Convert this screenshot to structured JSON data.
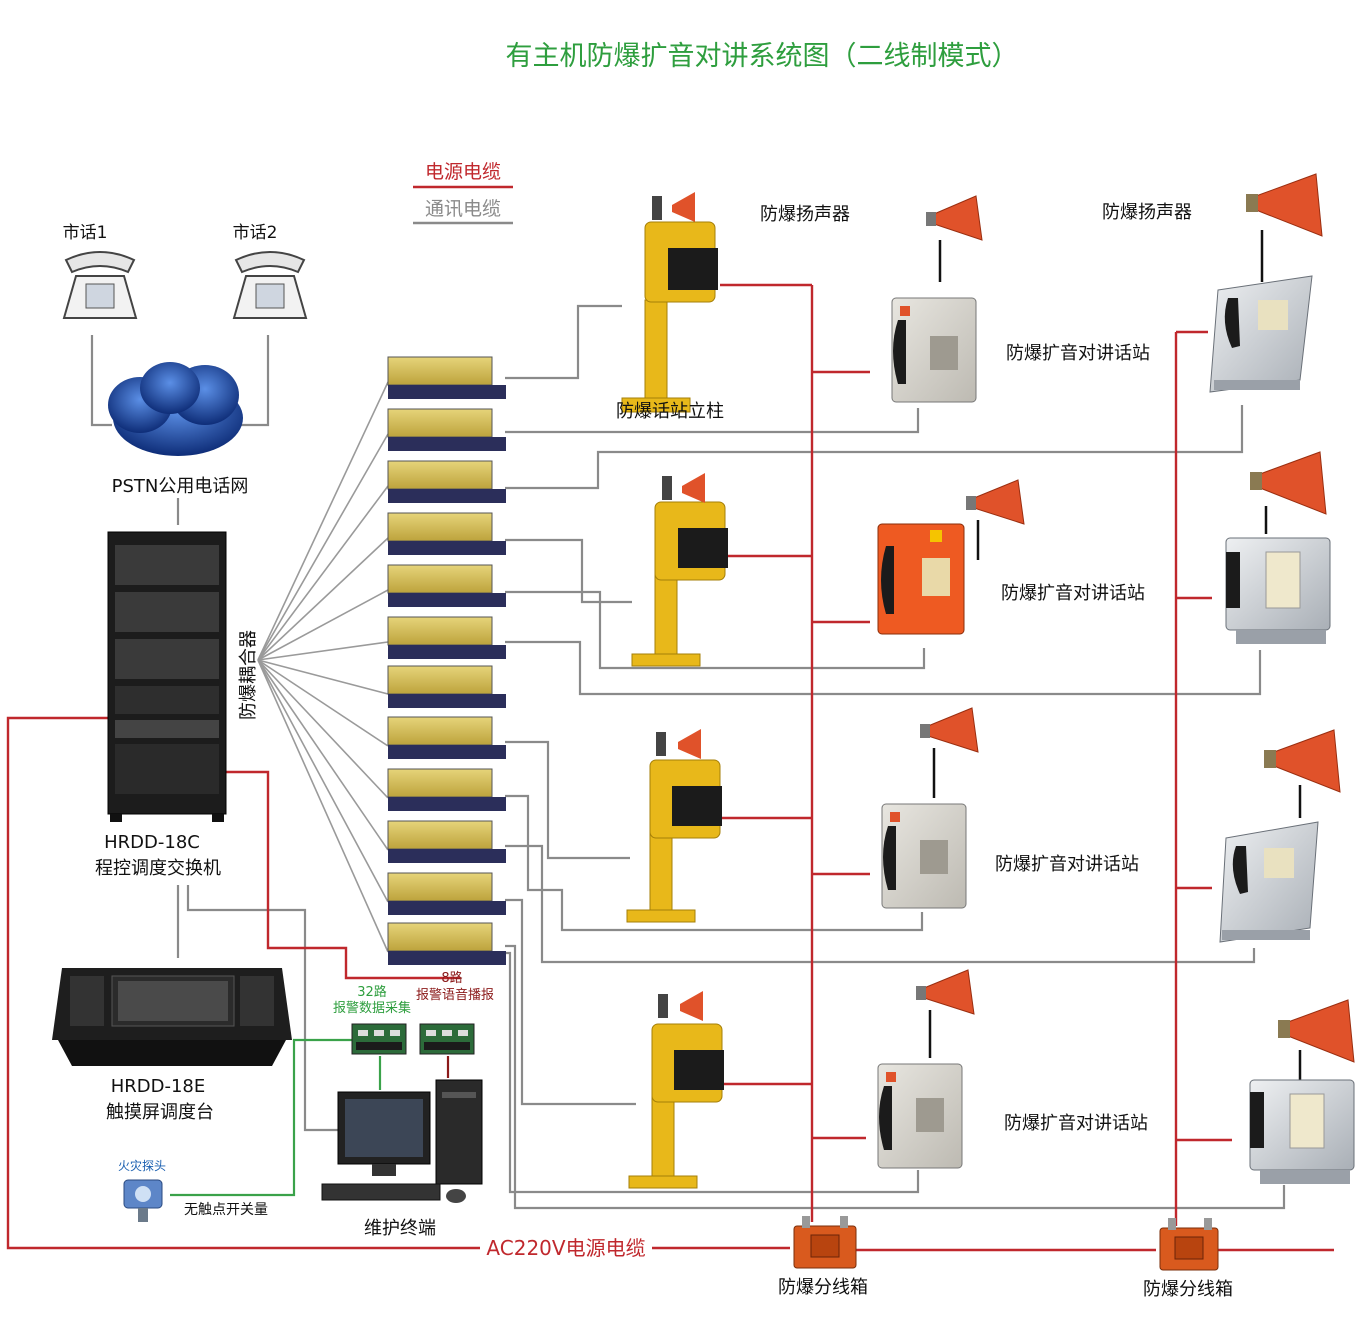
{
  "title": "有主机防爆扩音对讲系统图（二线制模式）",
  "legend": {
    "power": "电源电缆",
    "comm": "通讯电缆"
  },
  "labels": {
    "phone1": "市话1",
    "phone2": "市话2",
    "pstn": "PSTN公用电话网",
    "coupler": "防爆耦合器",
    "switch_model": "HRDD-18C",
    "switch_name": "程控调度交换机",
    "console_model": "HRDD-18E",
    "console_name": "触摸屏调度台",
    "data_count": "32路",
    "data_name": "报警数据采集",
    "voice_count": "8路",
    "voice_name": "报警语音播报",
    "fire": "火灾探头",
    "dry_contact": "无触点开关量",
    "terminal": "维护终端",
    "ac_cable": "AC220V电源电缆",
    "junction_box_1": "防爆分线箱",
    "junction_box_2": "防爆分线箱",
    "pillar": "防爆话站立柱",
    "speaker_1": "防爆扬声器",
    "speaker_2": "防爆扬声器",
    "station_1": "防爆扩音对讲话站",
    "station_2": "防爆扩音对讲话站",
    "station_3": "防爆扩音对讲话站",
    "station_4": "防爆扩音对讲话站"
  },
  "colors": {
    "title": "#2e9e3e",
    "power": "#c0282d",
    "comm": "#8a8a8a",
    "data": "#3aa24a",
    "voice": "#8b1a1a",
    "pillar": "#e8b81a",
    "speaker": "#e0522a",
    "cloud": "#1a4fb0",
    "station": "#d7d5cf",
    "station_orange": "#ee5a22",
    "coupler": "#d9c35a"
  }
}
